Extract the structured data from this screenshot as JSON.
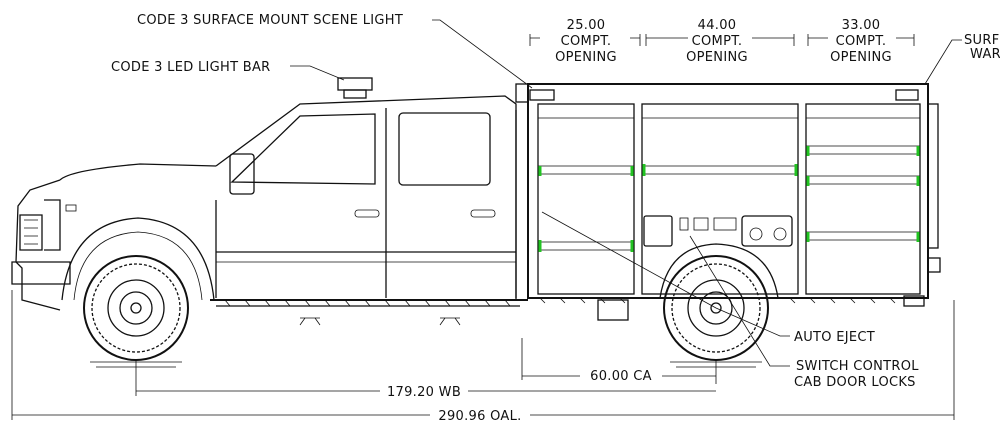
{
  "callouts": {
    "scene_light": "CODE 3 SURFACE MOUNT SCENE LIGHT",
    "light_bar": "CODE 3 LED LIGHT BAR",
    "surface_warning_line1": "SURF",
    "surface_warning_line2": "WAR",
    "auto_eject": "AUTO EJECT",
    "switch_control_line1": "SWITCH CONTROL",
    "switch_control_line2": "CAB DOOR LOCKS"
  },
  "compartments": [
    {
      "width": "25.00",
      "line2": "COMPT.",
      "line3": "OPENING"
    },
    {
      "width": "44.00",
      "line2": "COMPT.",
      "line3": "OPENING"
    },
    {
      "width": "33.00",
      "line2": "COMPT.",
      "line3": "OPENING"
    }
  ],
  "dimensions": {
    "ca": "60.00 CA",
    "wb": "179.20 WB",
    "oal": "290.96 OAL."
  },
  "colors": {
    "line": "#111111",
    "shelf_bracket": "#22c322",
    "background": "#ffffff"
  }
}
